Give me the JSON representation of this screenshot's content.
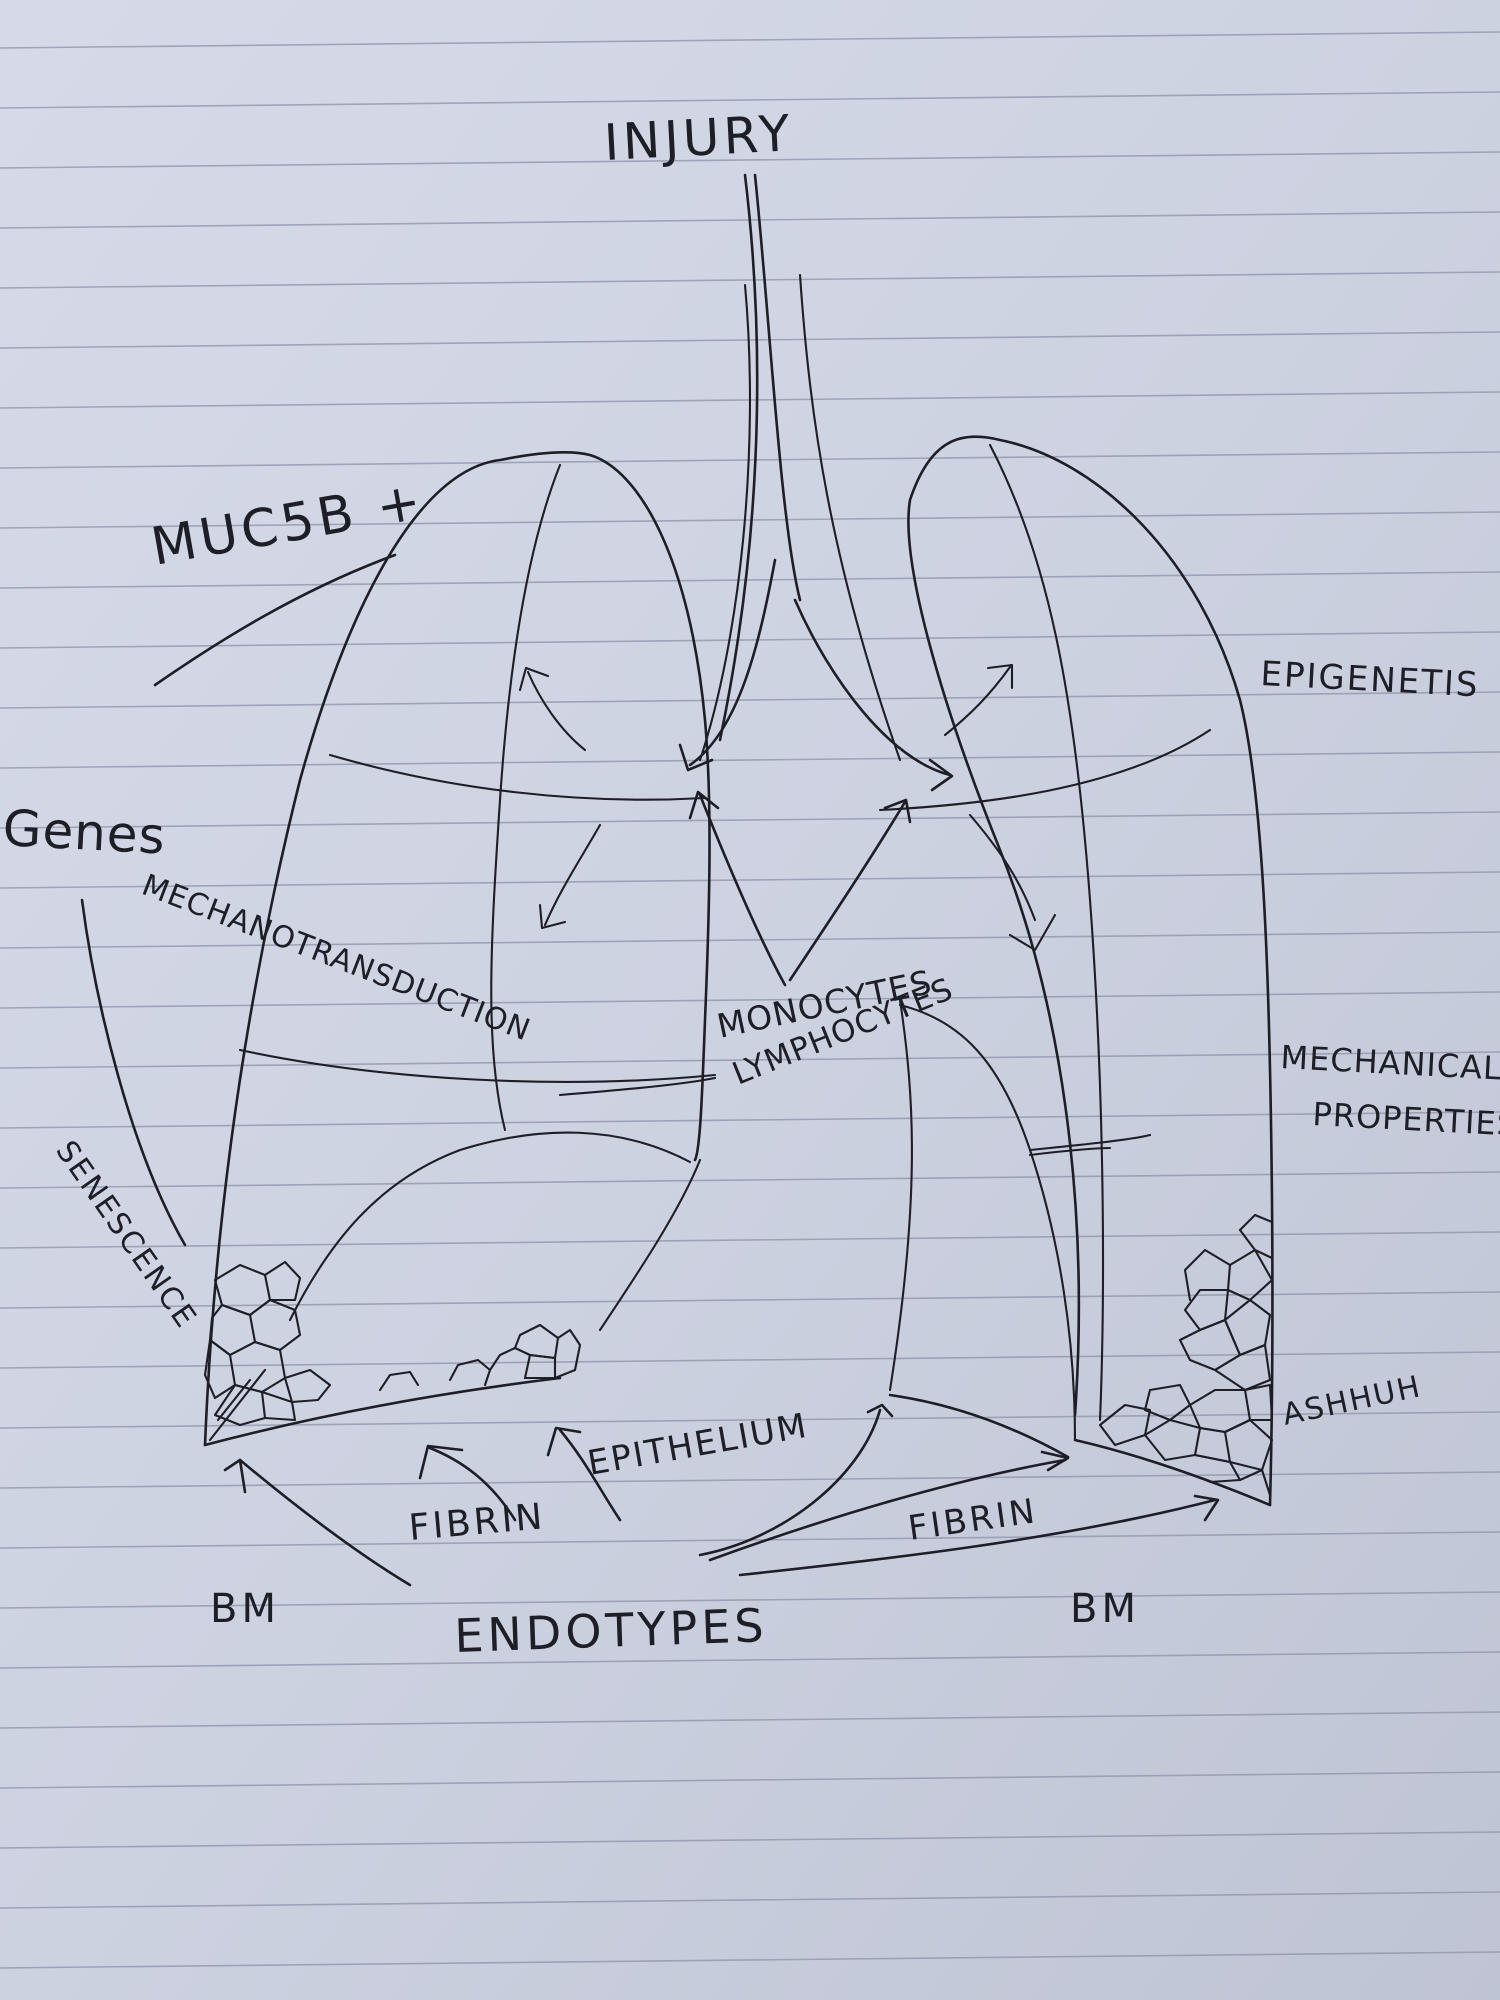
{
  "labels": {
    "injury": "INJURY",
    "muc5b": "MUC5B +",
    "genes": "Genes",
    "mechanotransduction": "MECHANOTRANSDUCTION",
    "senescence": "SENESCENCE",
    "monocytes": "MONOCYTES",
    "lymphocytes": "LYMPHOCYTES",
    "epigenetics": "EPIGENETIS",
    "mechanical_properties_1": "MECHANICAL",
    "mechanical_properties_2": "PROPERTIES",
    "epithelium": "EPITHELIUM",
    "fibrin_left": "FIBRIN",
    "fibrin_right": "FIBRIN",
    "bm_left": "BM",
    "bm_right": "BM",
    "endotypes": "ENDOTYPES",
    "ashhuhu": "ASHHUH"
  },
  "colors": {
    "paper": "#c9cede",
    "ink": "#1d1e26",
    "rule": "#8e93a8"
  }
}
